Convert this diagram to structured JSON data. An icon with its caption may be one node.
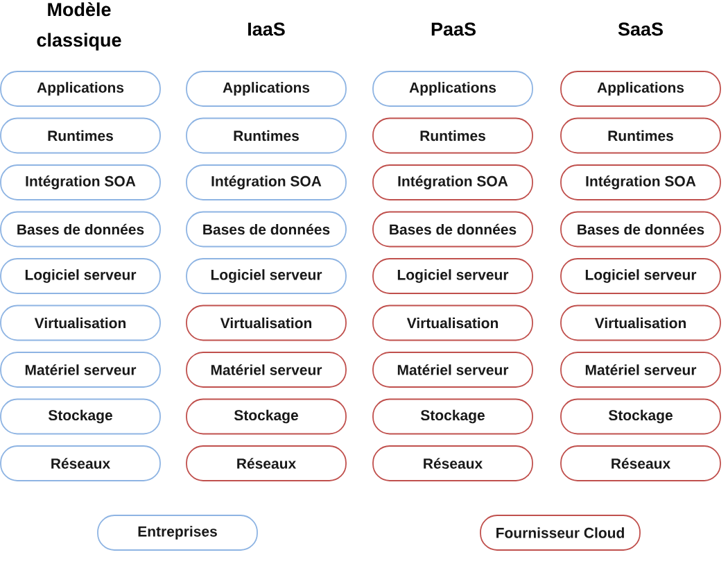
{
  "diagram": {
    "labels": [
      "Modèle classique",
      "IaaS",
      "PaaS",
      "SaaS"
    ],
    "nodes": [
      {
        "text": [
          "Applications"
        ]
      },
      {
        "text": [
          "Runtimes"
        ]
      },
      {
        "text": [
          "Intégration SOA"
        ]
      },
      {
        "text": [
          "Bases de données"
        ]
      },
      {
        "text": [
          "Logiciel serveur"
        ]
      },
      {
        "text": [
          "Virtualisation"
        ]
      },
      {
        "text": [
          "Matériel serveur"
        ]
      },
      {
        "text": [
          "Stockage"
        ]
      },
      {
        "text": [
          "Réseaux"
        ]
      },
      {
        "text": [
          "Applications"
        ]
      },
      {
        "text": [
          "Runtimes"
        ]
      },
      {
        "text": [
          "Intégration SOA"
        ]
      },
      {
        "text": [
          "Bases de données"
        ]
      },
      {
        "text": [
          "Logiciel serveur"
        ]
      },
      {
        "text": [
          "Virtualisation"
        ]
      },
      {
        "text": [
          "Matériel serveur"
        ]
      },
      {
        "text": [
          "Stockage"
        ]
      },
      {
        "text": [
          "Réseaux"
        ]
      },
      {
        "text": [
          "Applications"
        ]
      },
      {
        "text": [
          "Runtimes"
        ]
      },
      {
        "text": [
          "Intégration SOA"
        ]
      },
      {
        "text": [
          "Bases de données"
        ]
      },
      {
        "text": [
          "Logiciel serveur"
        ]
      },
      {
        "text": [
          "Virtualisation"
        ]
      },
      {
        "text": [
          "Matériel serveur"
        ]
      },
      {
        "text": [
          "Stockage"
        ]
      },
      {
        "text": [
          "Réseaux"
        ]
      },
      {
        "text": [
          "Applications"
        ]
      },
      {
        "text": [
          "Runtimes"
        ]
      },
      {
        "text": [
          "Intégration SOA"
        ]
      },
      {
        "text": [
          "Bases de données"
        ]
      },
      {
        "text": [
          "Logiciel serveur"
        ]
      },
      {
        "text": [
          "Virtualisation"
        ]
      },
      {
        "text": [
          "Matériel serveur"
        ]
      },
      {
        "text": [
          "Stockage"
        ]
      },
      {
        "text": [
          "Réseaux"
        ]
      }
    ],
    "legend": [
      {
        "text": "Entreprises",
        "color": "#8eb4e3"
      },
      {
        "text": "Fournisseur Cloud",
        "color": "#c0504d"
      }
    ]
  }
}
